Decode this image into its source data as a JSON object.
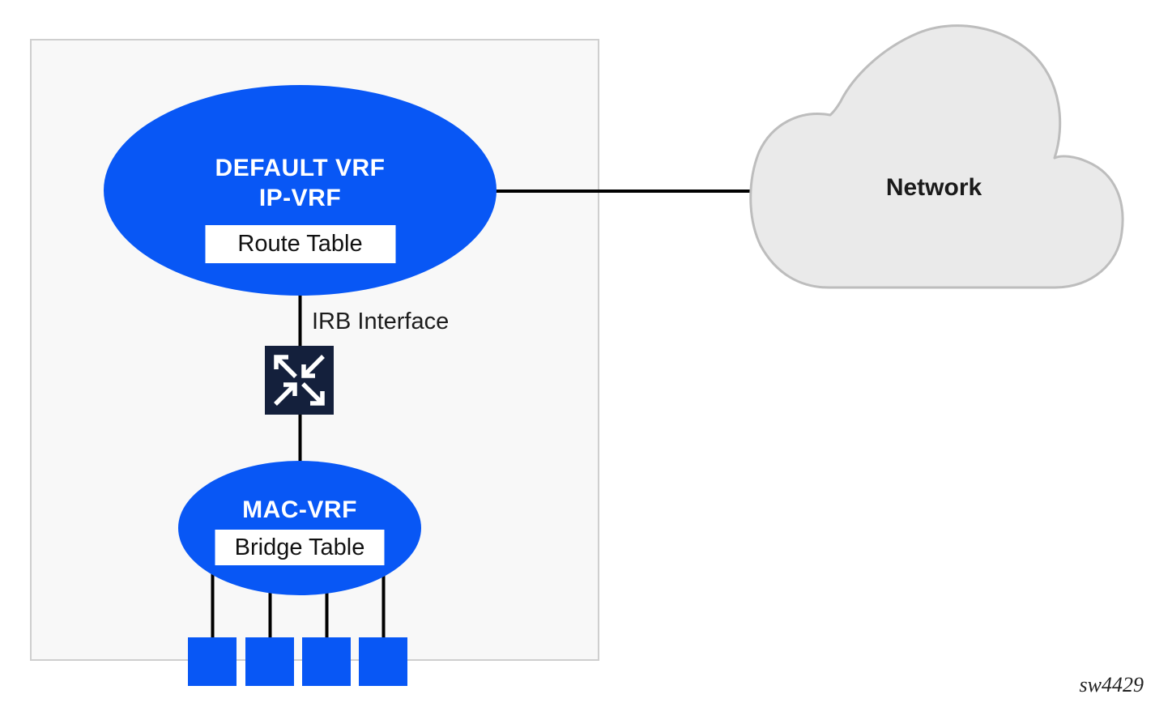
{
  "diagram": {
    "watermark": "sw4429",
    "colors": {
      "node_blue": "#0857F5",
      "icon_navy": "#14203C",
      "cloud_fill": "#EAEAEA",
      "cloud_stroke": "#BDBDBD",
      "container_fill": "#F8F8F8",
      "container_stroke": "#CFCFCF",
      "wire_black": "#000000"
    },
    "nodes": {
      "default_vrf": {
        "title_line1": "DEFAULT VRF",
        "title_line2": "IP-VRF",
        "table_label": "Route Table"
      },
      "mac_vrf": {
        "title": "MAC-VRF",
        "table_label": "Bridge Table"
      },
      "irb": {
        "label": "IRB Interface",
        "icon": "crossed-arrows-icon"
      },
      "network_cloud": {
        "label": "Network"
      }
    },
    "ports_count": 4
  }
}
